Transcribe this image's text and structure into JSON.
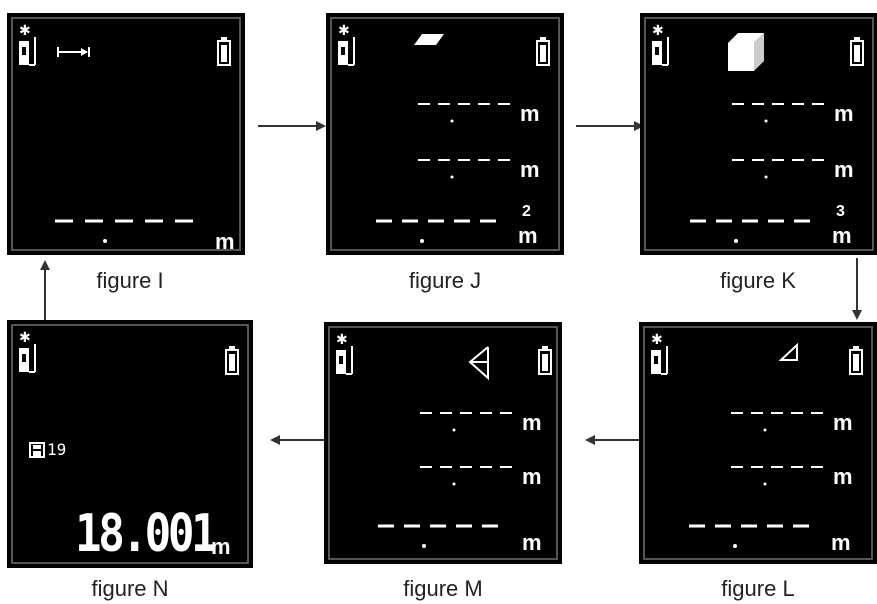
{
  "figures": [
    {
      "id": "I",
      "caption": "figure I",
      "rows": [
        {
          "unit": "m",
          "sup": ""
        }
      ]
    },
    {
      "id": "J",
      "caption": "figure J",
      "rows": [
        {
          "unit": "m",
          "sup": ""
        },
        {
          "unit": "m",
          "sup": ""
        },
        {
          "unit": "m",
          "sup": "2"
        }
      ]
    },
    {
      "id": "K",
      "caption": "figure K",
      "rows": [
        {
          "unit": "m",
          "sup": ""
        },
        {
          "unit": "m",
          "sup": ""
        },
        {
          "unit": "m",
          "sup": "3"
        }
      ]
    },
    {
      "id": "L",
      "caption": "figure L",
      "rows": [
        {
          "unit": "m",
          "sup": ""
        },
        {
          "unit": "m",
          "sup": ""
        },
        {
          "unit": "m",
          "sup": ""
        }
      ]
    },
    {
      "id": "M",
      "caption": "figure M",
      "rows": [
        {
          "unit": "m",
          "sup": ""
        },
        {
          "unit": "m",
          "sup": ""
        },
        {
          "unit": "m",
          "sup": ""
        }
      ]
    },
    {
      "id": "N",
      "caption": "figure N",
      "memory_label": "19",
      "reading": "18.001",
      "unit": "m"
    }
  ],
  "icons": {
    "laser": "laser-device-icon",
    "battery": "battery-icon",
    "length": "length-mode-icon",
    "area": "area-mode-icon",
    "volume": "volume-mode-icon",
    "triangle": "indirect-triangle-icon",
    "double_triangle": "indirect-double-triangle-icon",
    "memory": "memory-save-icon"
  },
  "colors": {
    "screen": "#000000",
    "segment": "#ffffff",
    "arrow": "#333333"
  }
}
